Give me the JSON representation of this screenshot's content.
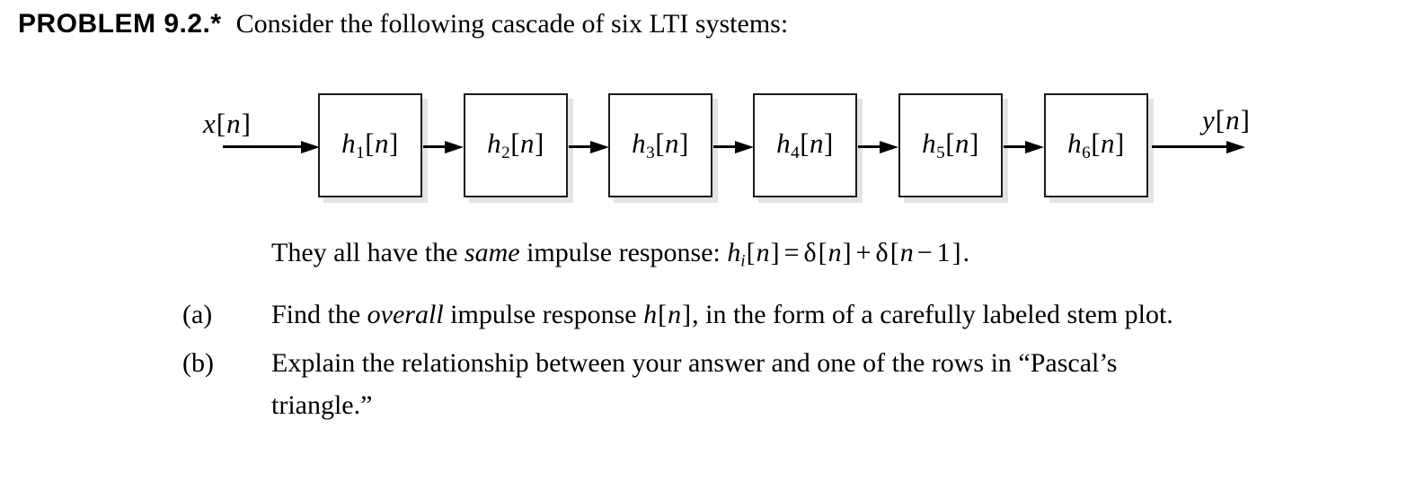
{
  "header": {
    "problem_label": "PROBLEM  9.2.*",
    "statement": "Consider the following cascade of six LTI systems:"
  },
  "diagram": {
    "input_label": {
      "var": "x",
      "open": "[",
      "index": "n",
      "close": "]"
    },
    "output_label": {
      "var": "y",
      "open": "[",
      "index": "n",
      "close": "]"
    },
    "blocks": [
      {
        "var": "h",
        "sub": "1",
        "open": "[",
        "index": "n",
        "close": "]"
      },
      {
        "var": "h",
        "sub": "2",
        "open": "[",
        "index": "n",
        "close": "]"
      },
      {
        "var": "h",
        "sub": "3",
        "open": "[",
        "index": "n",
        "close": "]"
      },
      {
        "var": "h",
        "sub": "4",
        "open": "[",
        "index": "n",
        "close": "]"
      },
      {
        "var": "h",
        "sub": "5",
        "open": "[",
        "index": "n",
        "close": "]"
      },
      {
        "var": "h",
        "sub": "6",
        "open": "[",
        "index": "n",
        "close": "]"
      }
    ],
    "arrow_count": 7,
    "box_border_color": "#1a1a1a",
    "box_shadow_color": "#e3e3e3",
    "arrow_color": "#000000"
  },
  "impulse_sentence": {
    "lead": "They all have the ",
    "emphasis": "same",
    "mid": " impulse response: ",
    "math": {
      "lhs_var": "h",
      "lhs_sub": "i",
      "lhs_open": "[",
      "lhs_index": "n",
      "lhs_close": "]",
      "equals": "=",
      "term1_fn": "δ",
      "term1_open": "[",
      "term1_index": "n",
      "term1_close": "]",
      "plus": "+",
      "term2_fn": "δ",
      "term2_open": "[",
      "term2_index": "n",
      "term2_minus": "−",
      "term2_shift": "1",
      "term2_close": "]",
      "period": "."
    }
  },
  "parts": {
    "a": {
      "tag": "(a)",
      "pre": "Find the ",
      "emphasis": "overall",
      "mid": " impulse response ",
      "math_var": "h",
      "math_open": "[",
      "math_index": "n",
      "math_close": "]",
      "post": ", in the form of a carefully labeled stem plot."
    },
    "b": {
      "tag": "(b)",
      "line1": "Explain the relationship between your answer and one of the rows in “Pascal’s",
      "line2": "triangle.”"
    }
  }
}
